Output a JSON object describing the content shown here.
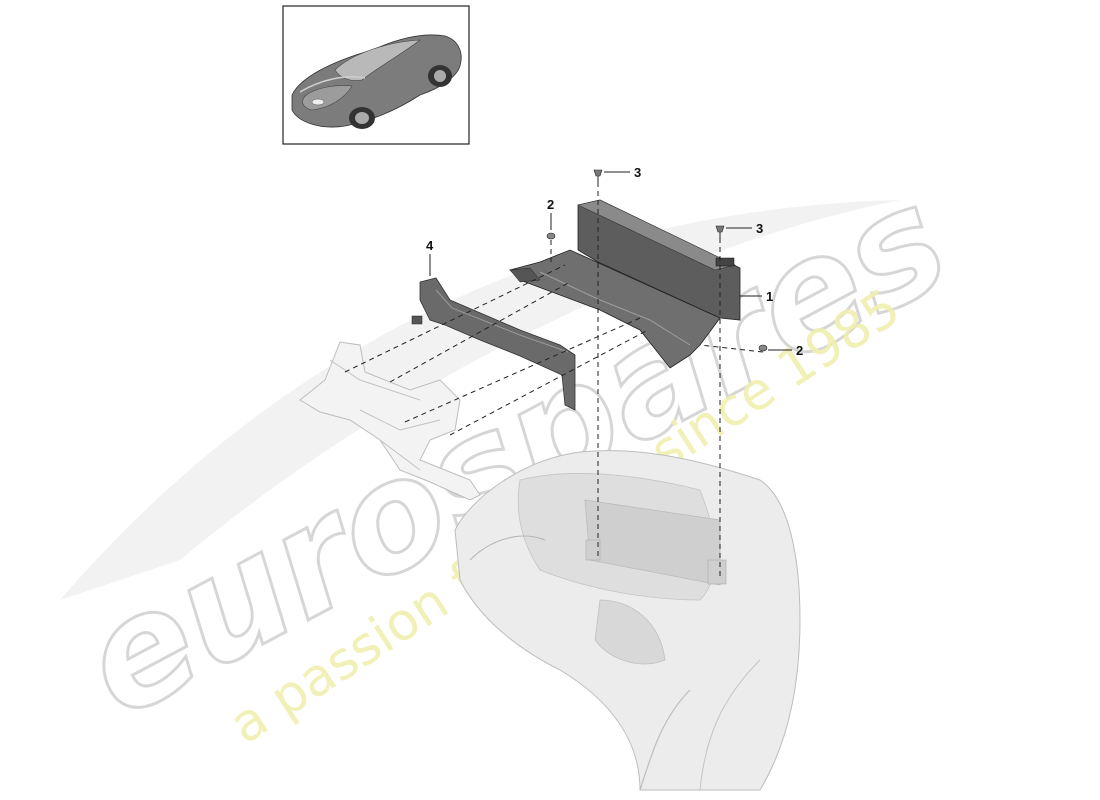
{
  "watermark": {
    "brand": "eurospares",
    "tagline": "a passion for parts since 1985",
    "brand_color": "#d4d4d4",
    "tagline_color": "#ecec9a"
  },
  "thumbnail": {
    "icon": "car-thumbnail-icon"
  },
  "callouts": [
    {
      "id": "3a",
      "label": "3"
    },
    {
      "id": "2a",
      "label": "2"
    },
    {
      "id": "3b",
      "label": "3"
    },
    {
      "id": "4",
      "label": "4"
    },
    {
      "id": "1",
      "label": "1"
    },
    {
      "id": "2b",
      "label": "2"
    }
  ],
  "colors": {
    "line": "#222222",
    "part_dark": "#5e5e5e",
    "part_mid": "#8a8a8a",
    "part_light": "#d9d9d9",
    "body_light": "#e9e9e9"
  }
}
